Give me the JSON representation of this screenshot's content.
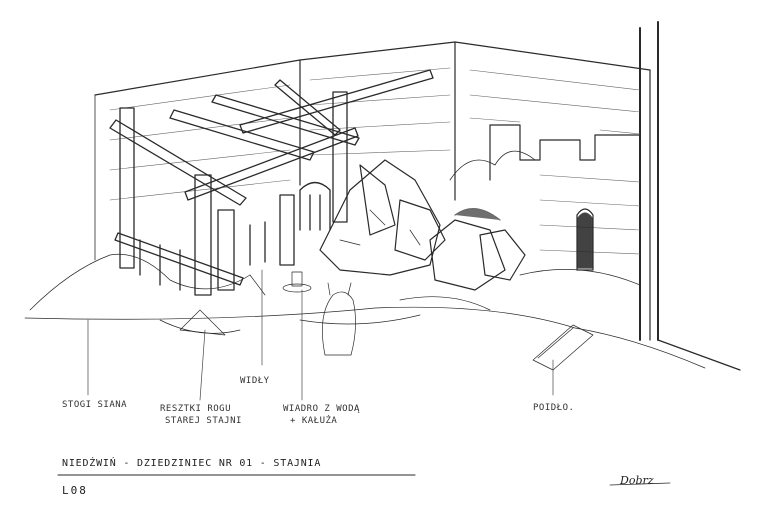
{
  "labels": {
    "stogi": "Stogi siana",
    "resztki_1": "Resztki rogu",
    "resztki_2": "starej stajni",
    "widly": "Widły",
    "wiadro_1": "wiadro z wodą",
    "wiadro_2": "+ kałuża",
    "poidlo": "Poidło."
  },
  "title": "Niedźwiń - Dziedziniec nr 01 - Stajnia",
  "code": "L08",
  "signature": "Dobrz"
}
